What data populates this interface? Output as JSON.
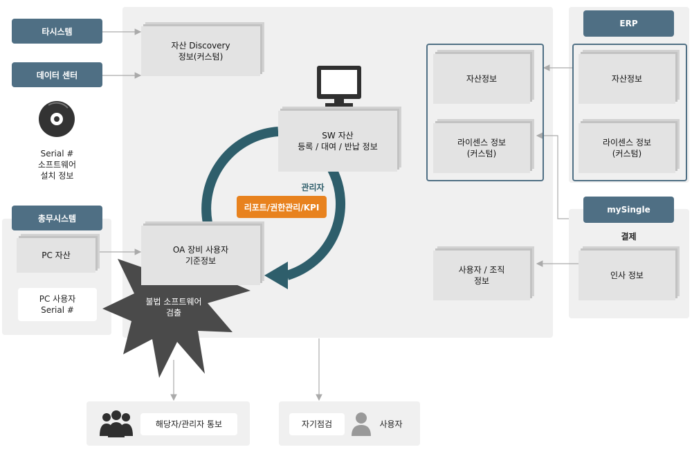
{
  "left": {
    "other_system": "타시스템",
    "data_center": "데이터 센터",
    "serial_lines": [
      "Serial #",
      "소프트웨어",
      "설치 정보"
    ],
    "general_affairs": "총무시스템",
    "pc_asset": "PC 자산",
    "pc_user_lines": [
      "PC 사용자",
      "Serial #"
    ]
  },
  "center": {
    "discovery_lines": [
      "자산 Discovery",
      "정보(커스텀)"
    ],
    "sw_asset_lines": [
      "SW 자산",
      "등록 / 대여 / 반납 정보"
    ],
    "admin_label": "관리자",
    "report_button": "리포트/권한관리/KPI",
    "oa_lines": [
      "OA 장비 사용자",
      "기준정보"
    ],
    "illegal_lines": [
      "불법 소프트웨어",
      "검출"
    ],
    "asset_info": "자산정보",
    "license_lines": [
      "라이센스 정보",
      "(커스텀)"
    ],
    "user_org_lines": [
      "사용자 / 조직",
      "정보"
    ]
  },
  "right": {
    "erp": "ERP",
    "asset_info": "자산정보",
    "license_lines": [
      "라이센스 정보",
      "(커스텀)"
    ],
    "mysingle": "mySingle",
    "approval": "결제",
    "hr_info": "인사 정보"
  },
  "bottom": {
    "notify": "해당자/관리자 통보",
    "self_check": "자기점검",
    "user": "사용자"
  },
  "colors": {
    "accent": "#4f6f84",
    "orange": "#e8821e",
    "cycle": "#2e5e6b",
    "panel": "#f0f0f0",
    "burst": "#4a4a4a"
  }
}
